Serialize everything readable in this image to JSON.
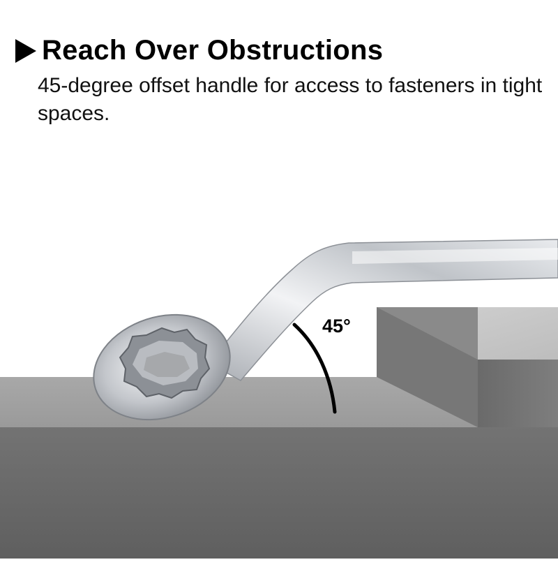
{
  "header": {
    "bullet_icon": "triangle-right-icon",
    "title": "Reach Over Obstructions",
    "description": "45-degree offset handle for access to fasteners in tight spaces."
  },
  "illustration": {
    "angle_label": "45°",
    "object": "offset-box-end-wrench",
    "colors": {
      "surface_top": "#a0a0a0",
      "surface_front": "#6b6b6b",
      "obstruction_top": "#c9c9c9",
      "obstruction_front": "#7a7a7a",
      "wrench_chrome": "#d8dbe0",
      "angle_arc": "#000000"
    }
  }
}
